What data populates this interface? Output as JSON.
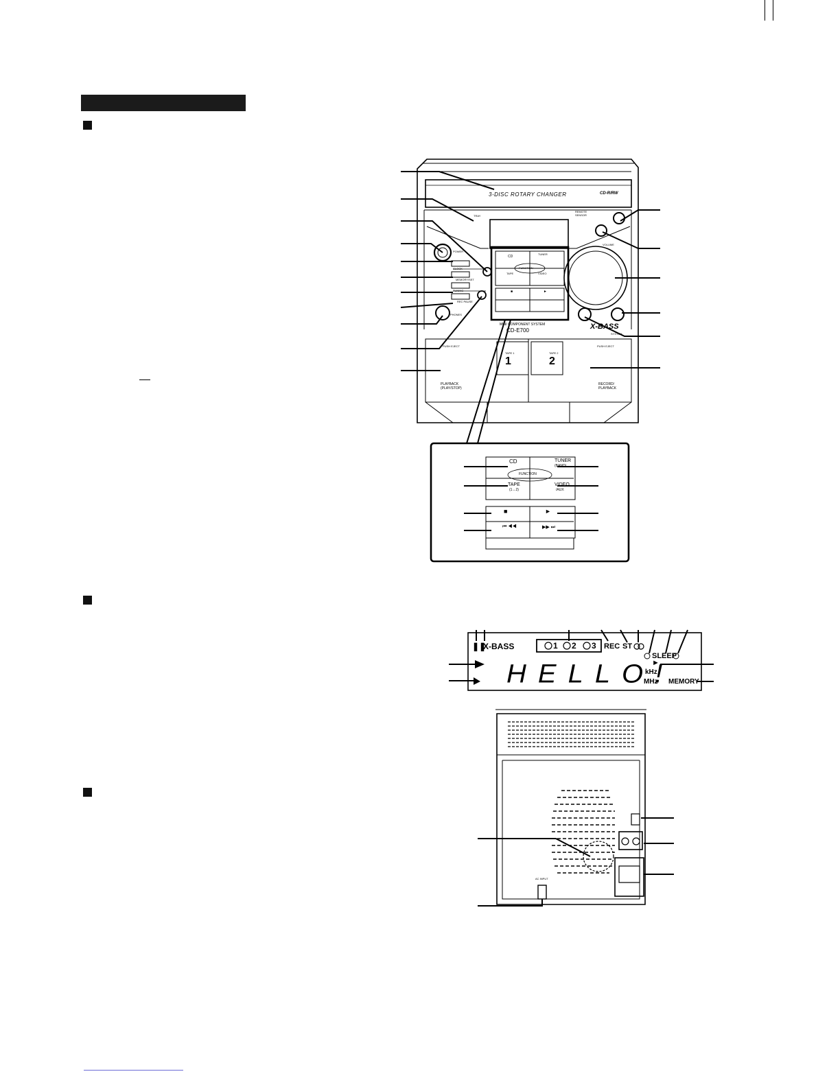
{
  "front_panel": {
    "changer_label": "3-DISC ROTARY CHANGER",
    "cd_rw_logo": "CD-R/RW",
    "tray_label": "TRAY",
    "remote_sensor_label": "REMOTE SENSOR",
    "volume_label": "VOLUME",
    "model_name": "MINI COMPONENT SYSTEM",
    "model_number": "CD-E700",
    "xbass_logo": "X-BASS",
    "xbass_sub": "SYSTEM",
    "deck1_label": "TAPE 1",
    "deck1_number": "1",
    "deck2_label": "TAPE 2",
    "deck2_number": "2",
    "deck1_push": "PUSH EJECT",
    "deck2_push": "PUSH EJECT",
    "deck1_mode": "PLAYBACK (PLAY/STOP)",
    "deck2_mode": "RECORD/ PLAYBACK",
    "left_buttons": [
      "POWER",
      "CLOCK",
      "MEMORY/SET",
      "TUNING",
      "REC PAUSE",
      "PHONES"
    ]
  },
  "function_panel": {
    "cd": "CD",
    "tuner": "TUNER",
    "tuner_sub": "(BAND)",
    "function": "FUNCTION",
    "tape": "TAPE",
    "tape_sub": "(1↔2)",
    "video": "VIDEO",
    "video_sub": "/AUX",
    "stop_symbol": "■",
    "play_symbol": "►",
    "prev_symbol": "⏮ ◀◀",
    "next_symbol": "▶▶ ⏭"
  },
  "display": {
    "pause_icon": "❚❚",
    "xbass": "X-BASS",
    "disc1": "1",
    "disc2": "2",
    "disc3": "3",
    "rec": "REC",
    "st": "ST",
    "sleep": "SLEEP",
    "play_arrow": "►",
    "text": "HELLO!",
    "khz": "kHz",
    "mhz": "MHz",
    "memory": "MEMORY"
  },
  "rear_panel": {
    "ac_label": "AC INPUT"
  }
}
